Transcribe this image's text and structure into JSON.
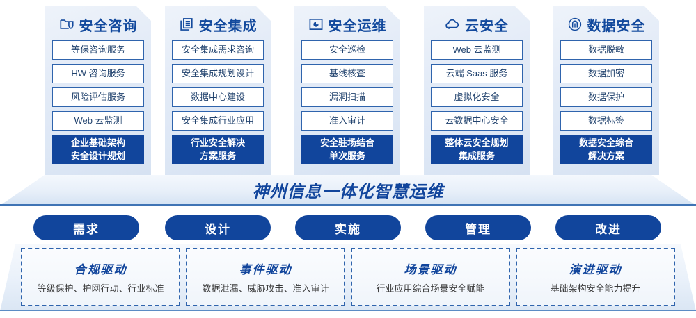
{
  "pillars": [
    {
      "icon": "folder-shield-icon",
      "title": "安全咨询",
      "items": [
        "等保咨询服务",
        "HW 咨询服务",
        "风险评估服务",
        "Web 云监测"
      ],
      "summary": [
        "企业基础架构",
        "安全设计规划"
      ]
    },
    {
      "icon": "stacked-documents-icon",
      "title": "安全集成",
      "items": [
        "安全集成需求咨询",
        "安全集成规划设计",
        "数据中心建设",
        "安全集成行业应用"
      ],
      "summary": [
        "行业安全解决",
        "方案服务"
      ]
    },
    {
      "icon": "monitor-chart-icon",
      "title": "安全运维",
      "items": [
        "安全巡检",
        "基线核查",
        "漏洞扫描",
        "准入审计"
      ],
      "summary": [
        "安全驻场结合",
        "单次服务"
      ]
    },
    {
      "icon": "cloud-icon",
      "title": "云安全",
      "items": [
        "Web 云监测",
        "云端 Saas 服务",
        "虚拟化安全",
        "云数据中心安全"
      ],
      "summary": [
        "整体云安全规划",
        "集成服务"
      ]
    },
    {
      "icon": "fingerprint-icon",
      "title": "数据安全",
      "items": [
        "数据脱敏",
        "数据加密",
        "数据保护",
        "数据标签"
      ],
      "summary": [
        "数据安全综合",
        "解决方案"
      ]
    }
  ],
  "banner": {
    "title": "神州信息一体化智慧运维"
  },
  "phases": [
    {
      "label": "需求"
    },
    {
      "label": "设计"
    },
    {
      "label": "实施"
    },
    {
      "label": "管理"
    },
    {
      "label": "改进"
    }
  ],
  "drivers": [
    {
      "title": "合规驱动",
      "desc": "等级保护、护网行动、行业标准"
    },
    {
      "title": "事件驱动",
      "desc": "数据泄漏、威胁攻击、准入审计"
    },
    {
      "title": "场景驱动",
      "desc": "行业应用综合场景安全赋能"
    },
    {
      "title": "演进驱动",
      "desc": "基础架构安全能力提升"
    }
  ],
  "colors": {
    "brand_blue": "#11459c",
    "title_blue": "#12499d",
    "border_blue": "#2f64ad",
    "panel_light": "#e3ebf7",
    "item_text": "#23446f"
  }
}
